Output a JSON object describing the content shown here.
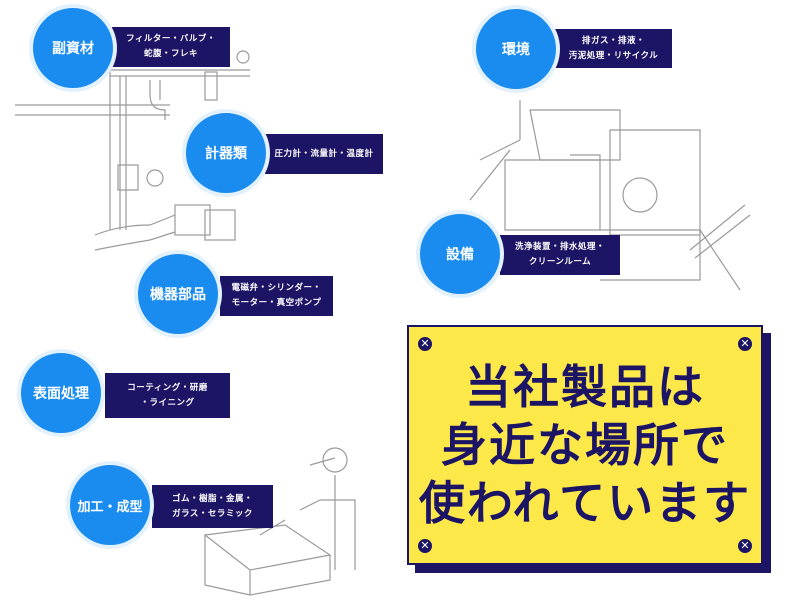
{
  "categories": [
    {
      "title": "副資材",
      "detail_lines": [
        "フィルター・バルブ・",
        "蛇腹・フレキ"
      ]
    },
    {
      "title": "計器類",
      "detail_lines": [
        "圧力計・流量計・温度計"
      ]
    },
    {
      "title": "機器部品",
      "detail_lines": [
        "電磁弁・シリンダー・",
        "モーター・真空ポンプ"
      ]
    },
    {
      "title": "環境",
      "detail_lines": [
        "排ガス・排液・",
        "汚泥処理・リサイクル"
      ]
    },
    {
      "title": "設備",
      "detail_lines": [
        "洗浄装置・排水処理・",
        "クリーンルーム"
      ]
    },
    {
      "title": "表面処理",
      "detail_lines": [
        "コーティング・研磨",
        "・ライニング"
      ]
    },
    {
      "title": "加工・成型",
      "detail_lines": [
        "ゴム・樹脂・金属・",
        "ガラス・セラミック"
      ]
    }
  ],
  "sign": {
    "lines": [
      "当社製品は",
      "身近な場所で",
      "使われています"
    ]
  },
  "colors": {
    "circle": "#1a8cf0",
    "box": "#1c1464",
    "sign": "#fde84a"
  }
}
